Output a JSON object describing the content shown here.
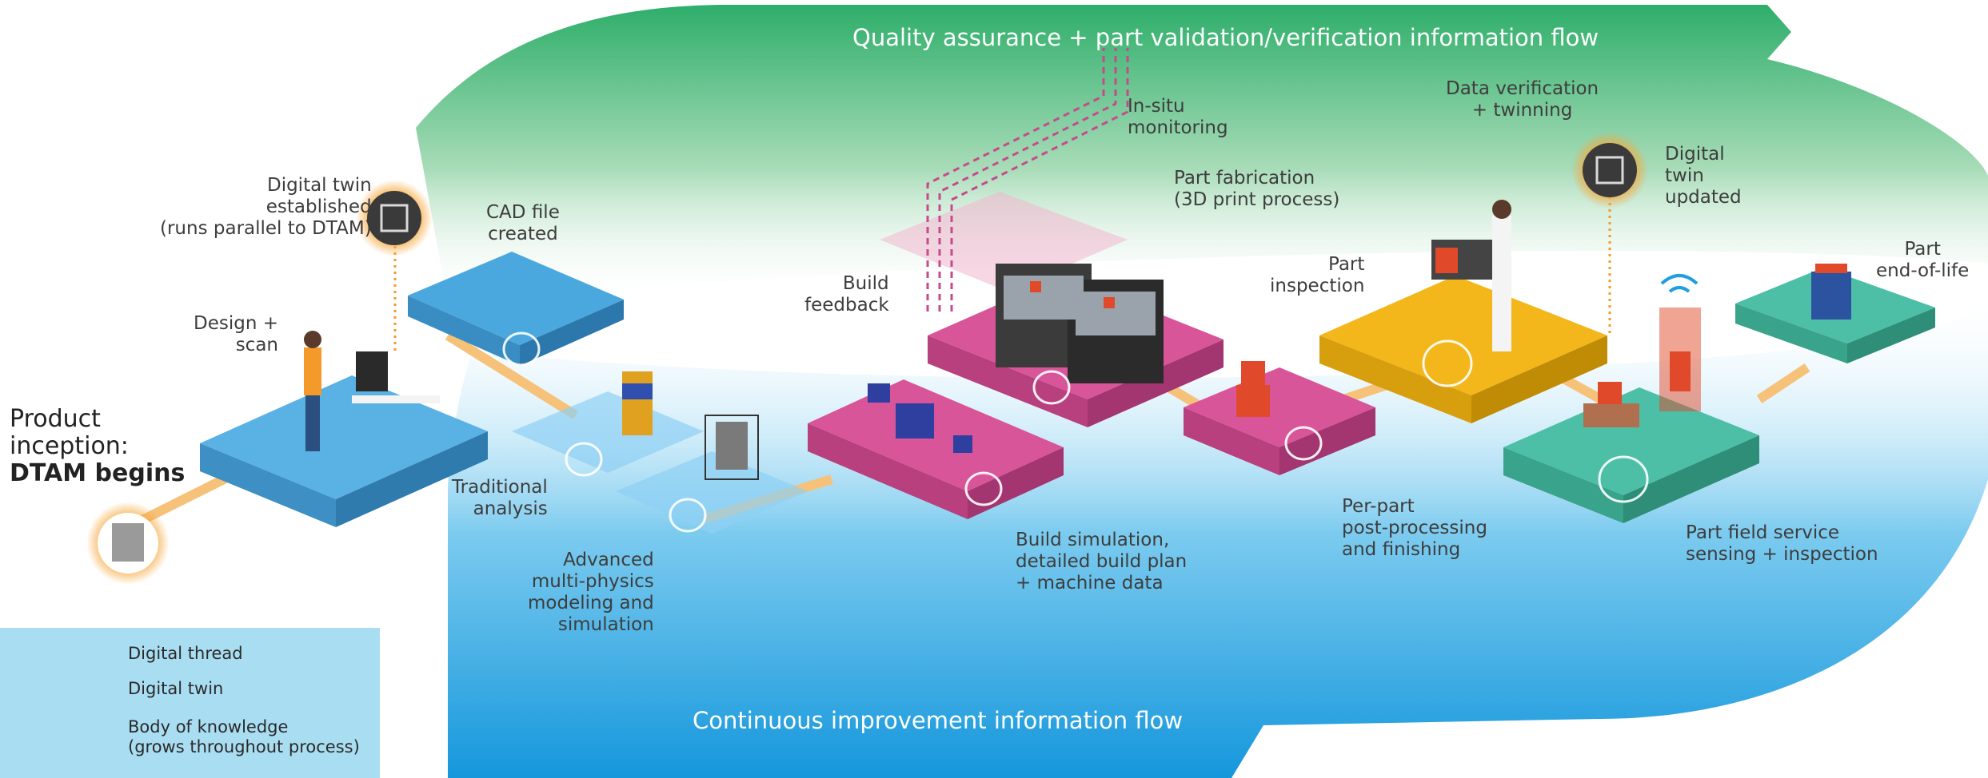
{
  "flows": {
    "top": "Quality assurance + part validation/verification information flow",
    "bottom": "Continuous improvement information flow"
  },
  "product": {
    "line1": "Product",
    "line2": "inception:",
    "line3": "DTAM begins"
  },
  "labels": {
    "digital_twin_established": [
      "Digital twin",
      "established",
      "(runs parallel to DTAM)"
    ],
    "cad_file": [
      "CAD file",
      "created"
    ],
    "design_scan": [
      "Design +",
      "scan"
    ],
    "traditional": [
      "Traditional",
      "analysis"
    ],
    "advanced": [
      "Advanced",
      "multi-physics",
      "modeling and",
      "simulation"
    ],
    "build_feedback": [
      "Build",
      "feedback"
    ],
    "in_situ": [
      "In-situ",
      "monitoring"
    ],
    "part_fabrication": [
      "Part fabrication",
      "(3D print process)"
    ],
    "build_simulation": [
      "Build simulation,",
      "detailed build plan",
      "+ machine data"
    ],
    "data_verification": [
      "Data verification",
      "+ twinning"
    ],
    "part_inspection": [
      "Part",
      "inspection"
    ],
    "per_part": [
      "Per-part",
      "post-processing",
      "and finishing"
    ],
    "digital_twin_updated": [
      "Digital",
      "twin",
      "updated"
    ],
    "part_eol": [
      "Part",
      "end-of-life"
    ],
    "field_service": [
      "Part field service",
      "sensing + inspection"
    ]
  },
  "legend": {
    "thread": "Digital thread",
    "twin": "Digital twin",
    "body1": "Body of knowledge",
    "body2": "(grows throughout process)"
  },
  "colors": {
    "green": "#2eae6a",
    "blue": "#1f9fe0",
    "pink": "#d9559a",
    "yellow": "#f3b71c",
    "teal": "#4dbfa6",
    "lightblue": "#5cb5e6",
    "orange": "#f39a2a"
  }
}
